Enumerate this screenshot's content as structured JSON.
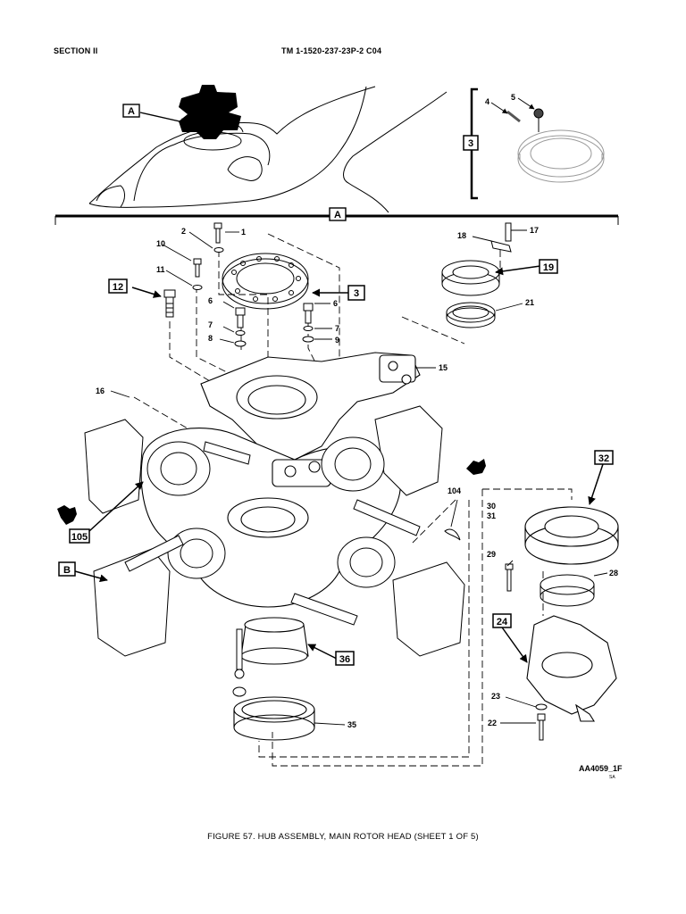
{
  "header": {
    "section": "SECTION II",
    "manual": "TM 1-1520-237-23P-2   C04"
  },
  "caption": "FIGURE 57.   HUB ASSEMBLY, MAIN ROTOR HEAD (SHEET  1  OF  5)",
  "art_code": "AA4059_1F",
  "art_suffix": "SA",
  "view_labels": {
    "view_a": "A",
    "view_b": "B"
  },
  "boxed_callouts": [
    "3",
    "12",
    "19",
    "32",
    "105",
    "24",
    "36"
  ],
  "callouts": [
    "1",
    "2",
    "4",
    "5",
    "6",
    "6",
    "7",
    "7",
    "8",
    "9",
    "10",
    "11",
    "15",
    "16",
    "17",
    "18",
    "21",
    "22",
    "23",
    "28",
    "29",
    "30",
    "31",
    "35",
    "104"
  ]
}
